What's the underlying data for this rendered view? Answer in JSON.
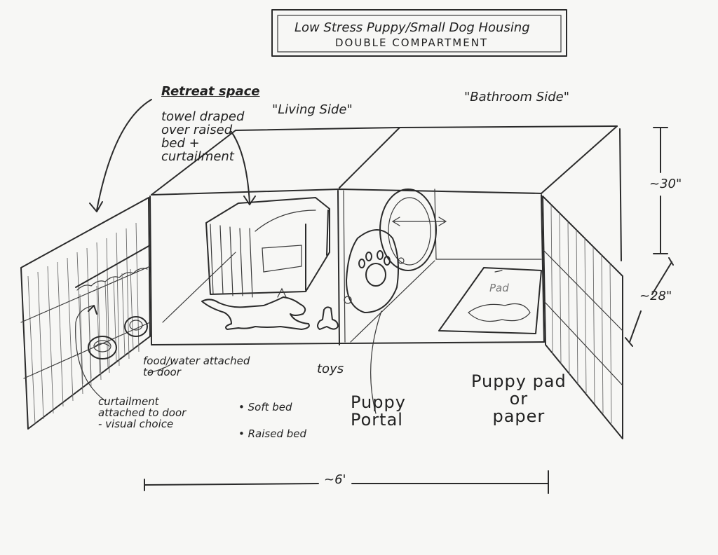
{
  "title": {
    "main": "Low Stress Puppy/Small Dog Housing",
    "sub": "DOUBLE COMPARTMENT"
  },
  "sections": {
    "living": "\"Living Side\"",
    "bathroom": "\"Bathroom Side\""
  },
  "labels": {
    "retreat_heading": "Retreat space",
    "retreat_desc": "towel draped\nover raised\nbed +\ncurtailment",
    "food_water": "food/water attached\nto door",
    "curtailment": "curtailment\nattached to door\n- visual choice",
    "soft_bed": "• Soft bed",
    "raised_bed": "• Raised bed",
    "toys": "toys",
    "portal": "Puppy\nPortal",
    "pad": "Puppy pad\nor\npaper",
    "pad_marking": "Pad"
  },
  "dimensions": {
    "height": "~30\"",
    "depth": "~28\"",
    "width": "~6'"
  }
}
